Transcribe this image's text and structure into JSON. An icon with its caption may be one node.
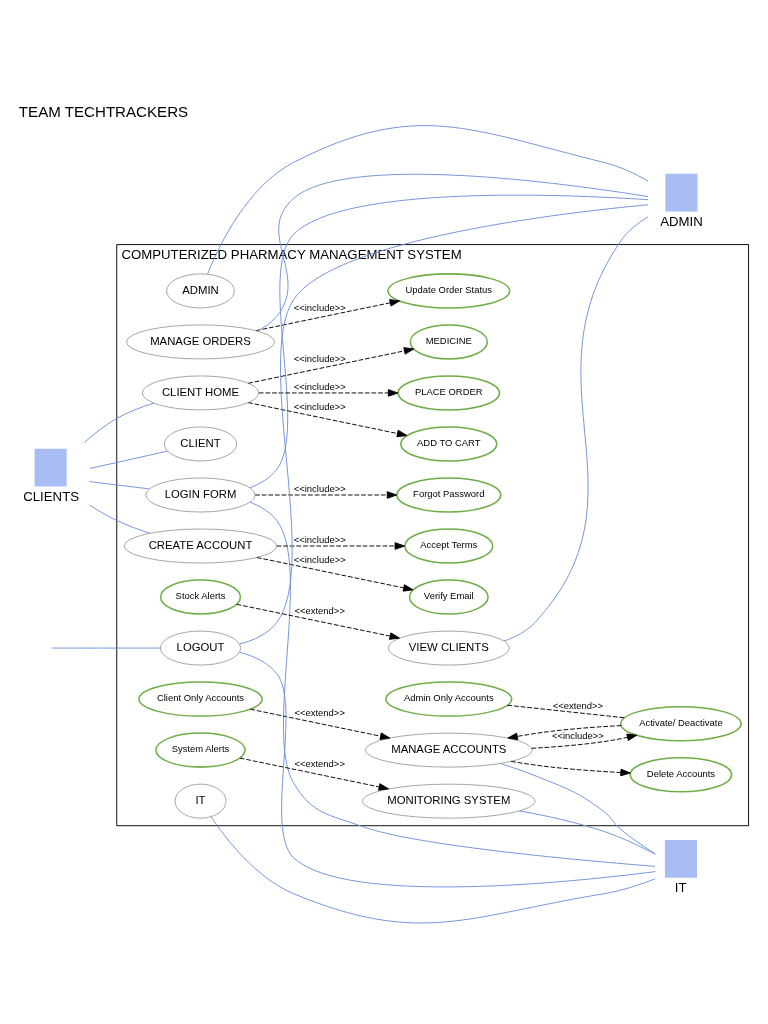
{
  "diagram": {
    "title": "TEAM TECHTRACKERS",
    "nodes": [
      {
        "text": [
          "COMPUTERIZED PHARMACY MANAGEMENT SYSTEM"
        ]
      },
      {
        "text": [
          "LOGIN FORM"
        ],
        "in": 0
      },
      {
        "text": [
          "CLIENT"
        ],
        "in": 0
      },
      {
        "text": [
          "ADMIN"
        ],
        "in": 0
      },
      {
        "text": [
          "Forgot Password"
        ],
        "in": 0
      },
      {
        "text": [
          "CREATE ACCOUNT"
        ],
        "in": 0
      },
      {
        "text": [
          "MANAGE ORDERS"
        ],
        "in": 0
      },
      {
        "text": [
          "Verify Email"
        ],
        "in": 0
      },
      {
        "text": [
          "Accept Terms"
        ],
        "in": 0
      },
      {
        "text": [
          "Update Order Status"
        ],
        "in": 0
      },
      {
        "text": [
          "CLIENT HOME"
        ],
        "in": 0
      },
      {
        "text": [
          "VIEW CLIENTS"
        ],
        "in": 0
      },
      {
        "text": [
          "MEDICINE"
        ],
        "in": 0
      },
      {
        "text": [
          "Stock Alerts"
        ],
        "in": 0
      },
      {
        "text": [
          "ADD TO CART"
        ],
        "in": 0
      },
      {
        "text": [
          "PLACE ORDER"
        ],
        "in": 0
      },
      {
        "text": [
          "MANAGE ACCOUNTS"
        ],
        "in": 0
      },
      {
        "text": [
          "IT"
        ],
        "in": 0
      },
      {
        "text": [
          "Client Only Accounts"
        ],
        "in": 0
      },
      {
        "text": [
          "Activate/ Deactivate"
        ],
        "in": 0
      },
      {
        "text": [
          "MONITORING SYSTEM"
        ],
        "in": 0
      },
      {
        "text": [
          "Admin Only Accounts"
        ],
        "in": 0
      },
      {
        "text": [
          "Delete Accounts"
        ],
        "in": 0
      },
      {
        "text": [
          "System Alerts"
        ],
        "in": 0
      },
      {
        "text": [
          "LOGOUT"
        ],
        "in": 0
      },
      {
        "text": [
          "CLIENTS"
        ]
      },
      {
        "text": [
          "ADMIN"
        ]
      },
      {
        "text": [
          "IT"
        ]
      }
    ],
    "edges": [
      {
        "from": 25,
        "to": 2,
        "arrow": "none"
      },
      {
        "from": 25,
        "to": 1,
        "arrow": "none"
      },
      {
        "from": 25,
        "to": 5,
        "arrow": "none"
      },
      {
        "from": 25,
        "to": 10,
        "arrow": "none"
      },
      {
        "from": 1,
        "to": 4,
        "arrow": "to",
        "label": "<<include>>",
        "style": "dashed",
        "color": "#000000"
      },
      {
        "from": 5,
        "to": 7,
        "arrow": "to",
        "label": "<<include>>",
        "style": "dashed",
        "color": "#000000"
      },
      {
        "from": 5,
        "to": 8,
        "arrow": "to",
        "label": "<<include>>",
        "style": "dashed",
        "color": "#000000"
      },
      {
        "from": 1,
        "to": 26,
        "arrow": "none"
      },
      {
        "from": 3,
        "to": 26,
        "arrow": "none"
      },
      {
        "from": 6,
        "to": 26,
        "arrow": "none"
      },
      {
        "from": 11,
        "to": 26,
        "arrow": "none"
      },
      {
        "from": 6,
        "to": 9,
        "arrow": "to",
        "label": "<<include>>",
        "style": "dashed",
        "color": "#000000"
      },
      {
        "from": 1,
        "to": 27,
        "arrow": "none"
      },
      {
        "from": 10,
        "to": 12,
        "arrow": "to",
        "label": "<<include>>",
        "style": "dashed",
        "color": "#000000"
      },
      {
        "from": 10,
        "to": 15,
        "arrow": "to",
        "label": "<<include>>",
        "style": "dashed",
        "color": "#000000"
      },
      {
        "from": 10,
        "to": 14,
        "arrow": "to",
        "label": "<<include>>",
        "style": "dashed",
        "color": "#000000"
      },
      {
        "from": 13,
        "to": 11,
        "arrow": "to",
        "label": "<<extend>>",
        "style": "dashed",
        "color": "#000000"
      },
      {
        "from": 16,
        "to": 27,
        "arrow": "none"
      },
      {
        "from": 17,
        "to": 27,
        "arrow": "none"
      },
      {
        "from": 20,
        "to": 27,
        "arrow": "none"
      },
      {
        "from": 18,
        "to": 16,
        "arrow": "to",
        "label": "<<extend>>",
        "style": "dashed",
        "color": "#000000"
      },
      {
        "from": 16,
        "to": 19,
        "arrow": "to",
        "label": "<<include>>",
        "style": "dashed",
        "color": "#000000"
      },
      {
        "from": 19,
        "to": 16,
        "arrow": "to",
        "style": "dashed",
        "color": "#000000"
      },
      {
        "from": 16,
        "to": 22,
        "arrow": "to",
        "style": "dashed",
        "color": "#000000"
      },
      {
        "from": 21,
        "to": 19,
        "arrow": "none",
        "label": "<<extend>>",
        "style": "dashed",
        "color": "#000000"
      },
      {
        "from": 23,
        "to": 20,
        "arrow": "to",
        "label": "<<extend>>",
        "style": "dashed",
        "color": "#000000"
      },
      {
        "from": 24,
        "to": 27,
        "arrow": "none"
      },
      {
        "from": 24,
        "to": 26,
        "arrow": "none"
      },
      {
        "from": null,
        "to": 24,
        "arrow": "none"
      }
    ]
  }
}
